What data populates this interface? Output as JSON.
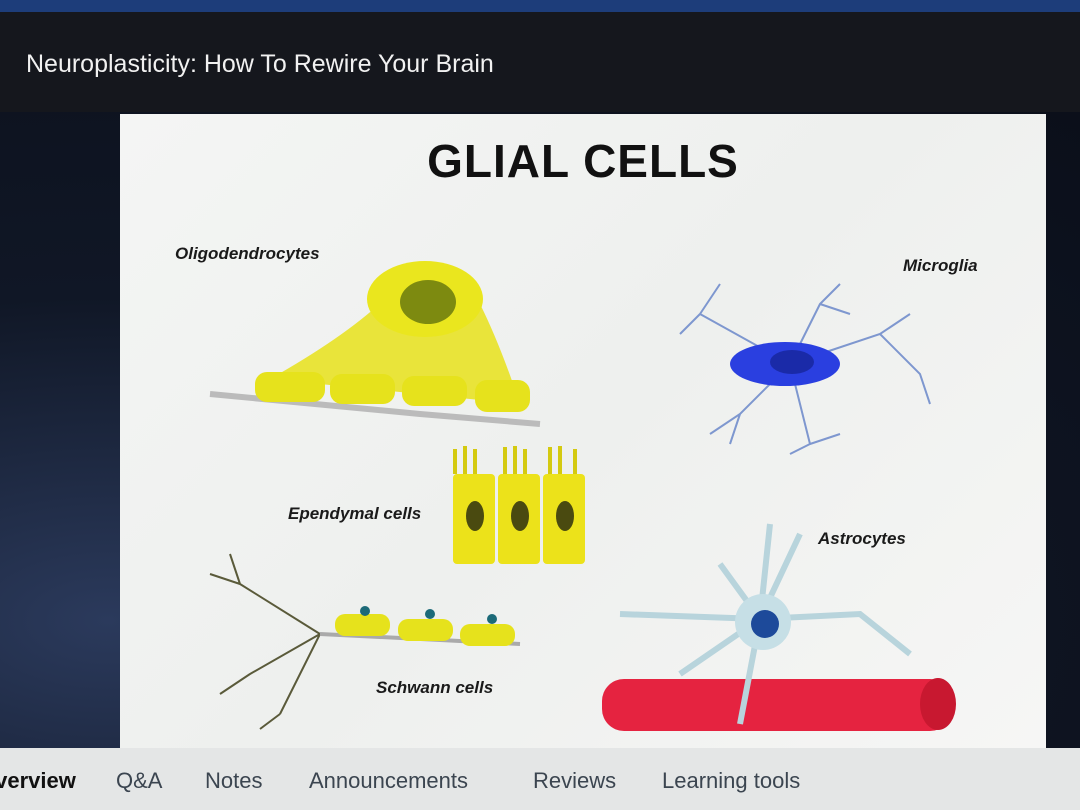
{
  "header": {
    "title": "Neuroplasticity: How To Rewire Your Brain"
  },
  "slide": {
    "title": "GLIAL CELLS",
    "labels": {
      "oligodendrocytes": "Oligodendrocytes",
      "microglia": "Microglia",
      "ependymal": "Ependymal cells",
      "astrocytes": "Astrocytes",
      "schwann": "Schwann cells"
    }
  },
  "tabs": [
    {
      "label": "Overview",
      "active": true
    },
    {
      "label": "Q&A"
    },
    {
      "label": "Notes"
    },
    {
      "label": "Announcements"
    },
    {
      "label": "Reviews"
    },
    {
      "label": "Learning tools"
    }
  ]
}
